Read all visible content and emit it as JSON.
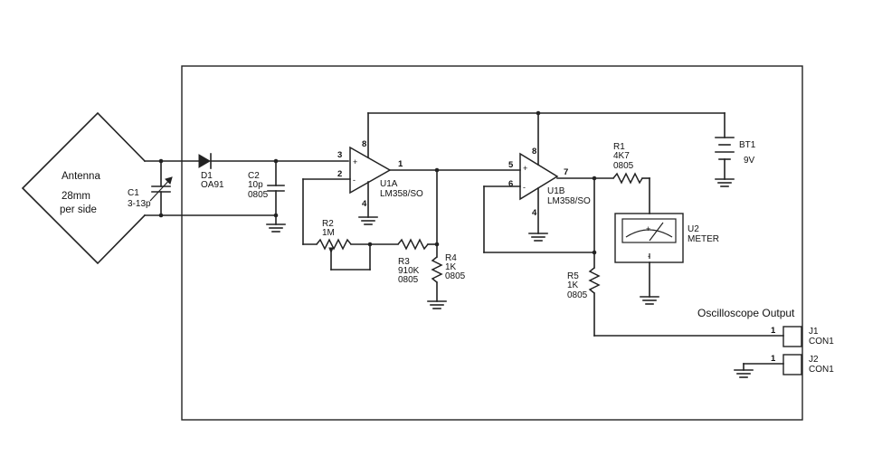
{
  "antenna": {
    "name": "Antenna",
    "size": "28mm",
    "side": "per side"
  },
  "c1": {
    "ref": "C1",
    "value": "3-13p"
  },
  "d1": {
    "ref": "D1",
    "value": "OA91"
  },
  "c2": {
    "ref": "C2",
    "value": "10p",
    "pkg": "0805"
  },
  "r2": {
    "ref": "R2",
    "value": "1M"
  },
  "r3": {
    "ref": "R3",
    "value": "910K",
    "pkg": "0805"
  },
  "r4": {
    "ref": "R4",
    "value": "1K",
    "pkg": "0805"
  },
  "u1a": {
    "ref": "U1A",
    "part": "LM358/SO",
    "pin_in_pos": "3",
    "pin_in_neg": "2",
    "pin_out": "1",
    "pin_vcc": "8",
    "pin_gnd": "4"
  },
  "u1b": {
    "ref": "U1B",
    "part": "LM358/SO",
    "pin_in_pos": "5",
    "pin_in_neg": "6",
    "pin_out": "7",
    "pin_vcc": "8",
    "pin_gnd": "4"
  },
  "r1": {
    "ref": "R1",
    "value": "4K7",
    "pkg": "0805"
  },
  "r5": {
    "ref": "R5",
    "value": "1K",
    "pkg": "0805"
  },
  "bt1": {
    "ref": "BT1",
    "value": "9V"
  },
  "u2": {
    "ref": "U2",
    "value": "METER"
  },
  "j1": {
    "ref": "J1",
    "value": "CON1",
    "pin": "1"
  },
  "j2": {
    "ref": "J2",
    "value": "CON1",
    "pin": "1"
  },
  "osc_title": "Oscilloscope Output",
  "signs": {
    "plus": "+",
    "minus": "-"
  }
}
